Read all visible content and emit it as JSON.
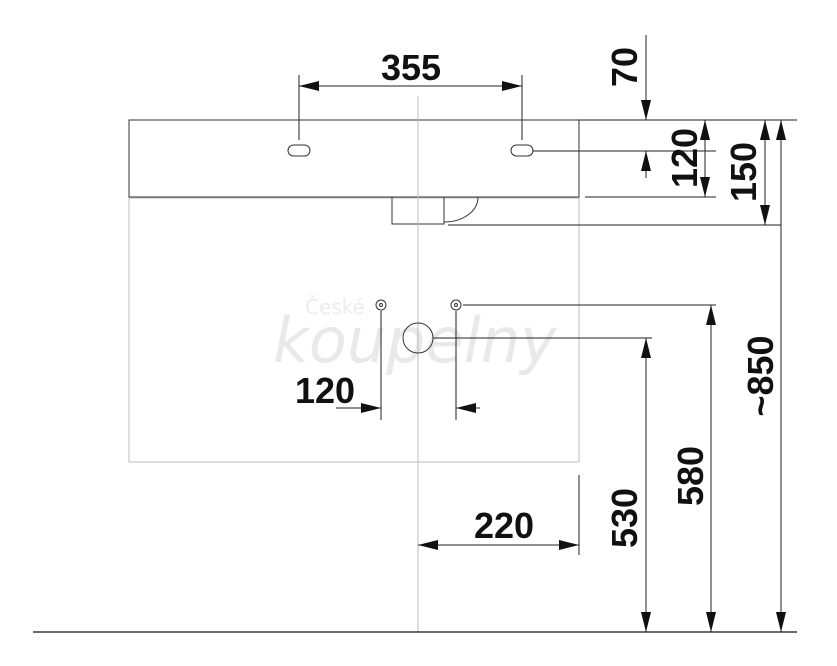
{
  "drawing": {
    "watermark": {
      "line1": "České",
      "line2": "koupelny"
    },
    "dimensions": {
      "tap_hole_spacing": "355",
      "top_offset": "70",
      "hole_height": "120",
      "basin_height": "150",
      "overall_height": "~850",
      "pipe_spacing": "120",
      "center_offset": "220",
      "drain_height": "530",
      "supply_height": "580"
    }
  }
}
